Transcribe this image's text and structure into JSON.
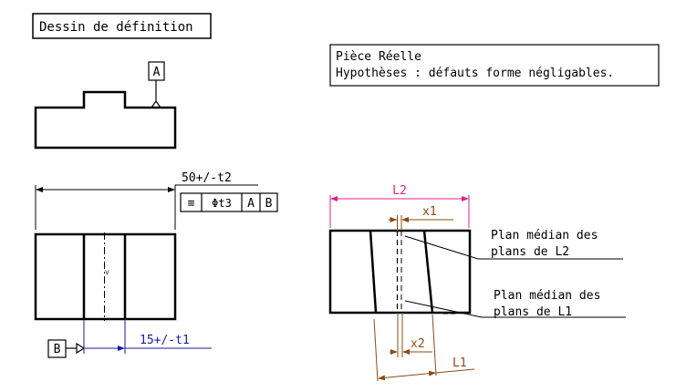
{
  "title_box": "Dessin de définition",
  "note": {
    "line1": "Pièce Réelle",
    "line2": "Hypothèses : défauts forme négligables."
  },
  "datum_a": "A",
  "datum_b": "B",
  "dimension_length": "50+/-t2",
  "tolerance_frame": {
    "symbol": "≡",
    "value": "Φt3",
    "ref1": "A",
    "ref2": "B"
  },
  "dimension_offset": "15+/-t1",
  "small_mark": "v",
  "real_part": {
    "label_l2": "L2",
    "label_x1": "x1",
    "label_x2": "x2",
    "label_l1": "L1",
    "callout_l2_line1": "Plan médian des",
    "callout_l2_line2": "plans de L2",
    "callout_l1_line1": "Plan médian des",
    "callout_l1_line2": "plans de L1"
  },
  "colors": {
    "black": "#000000",
    "blue": "#1a1aa8",
    "magenta": "#e0208a",
    "brown": "#8b4a16"
  }
}
